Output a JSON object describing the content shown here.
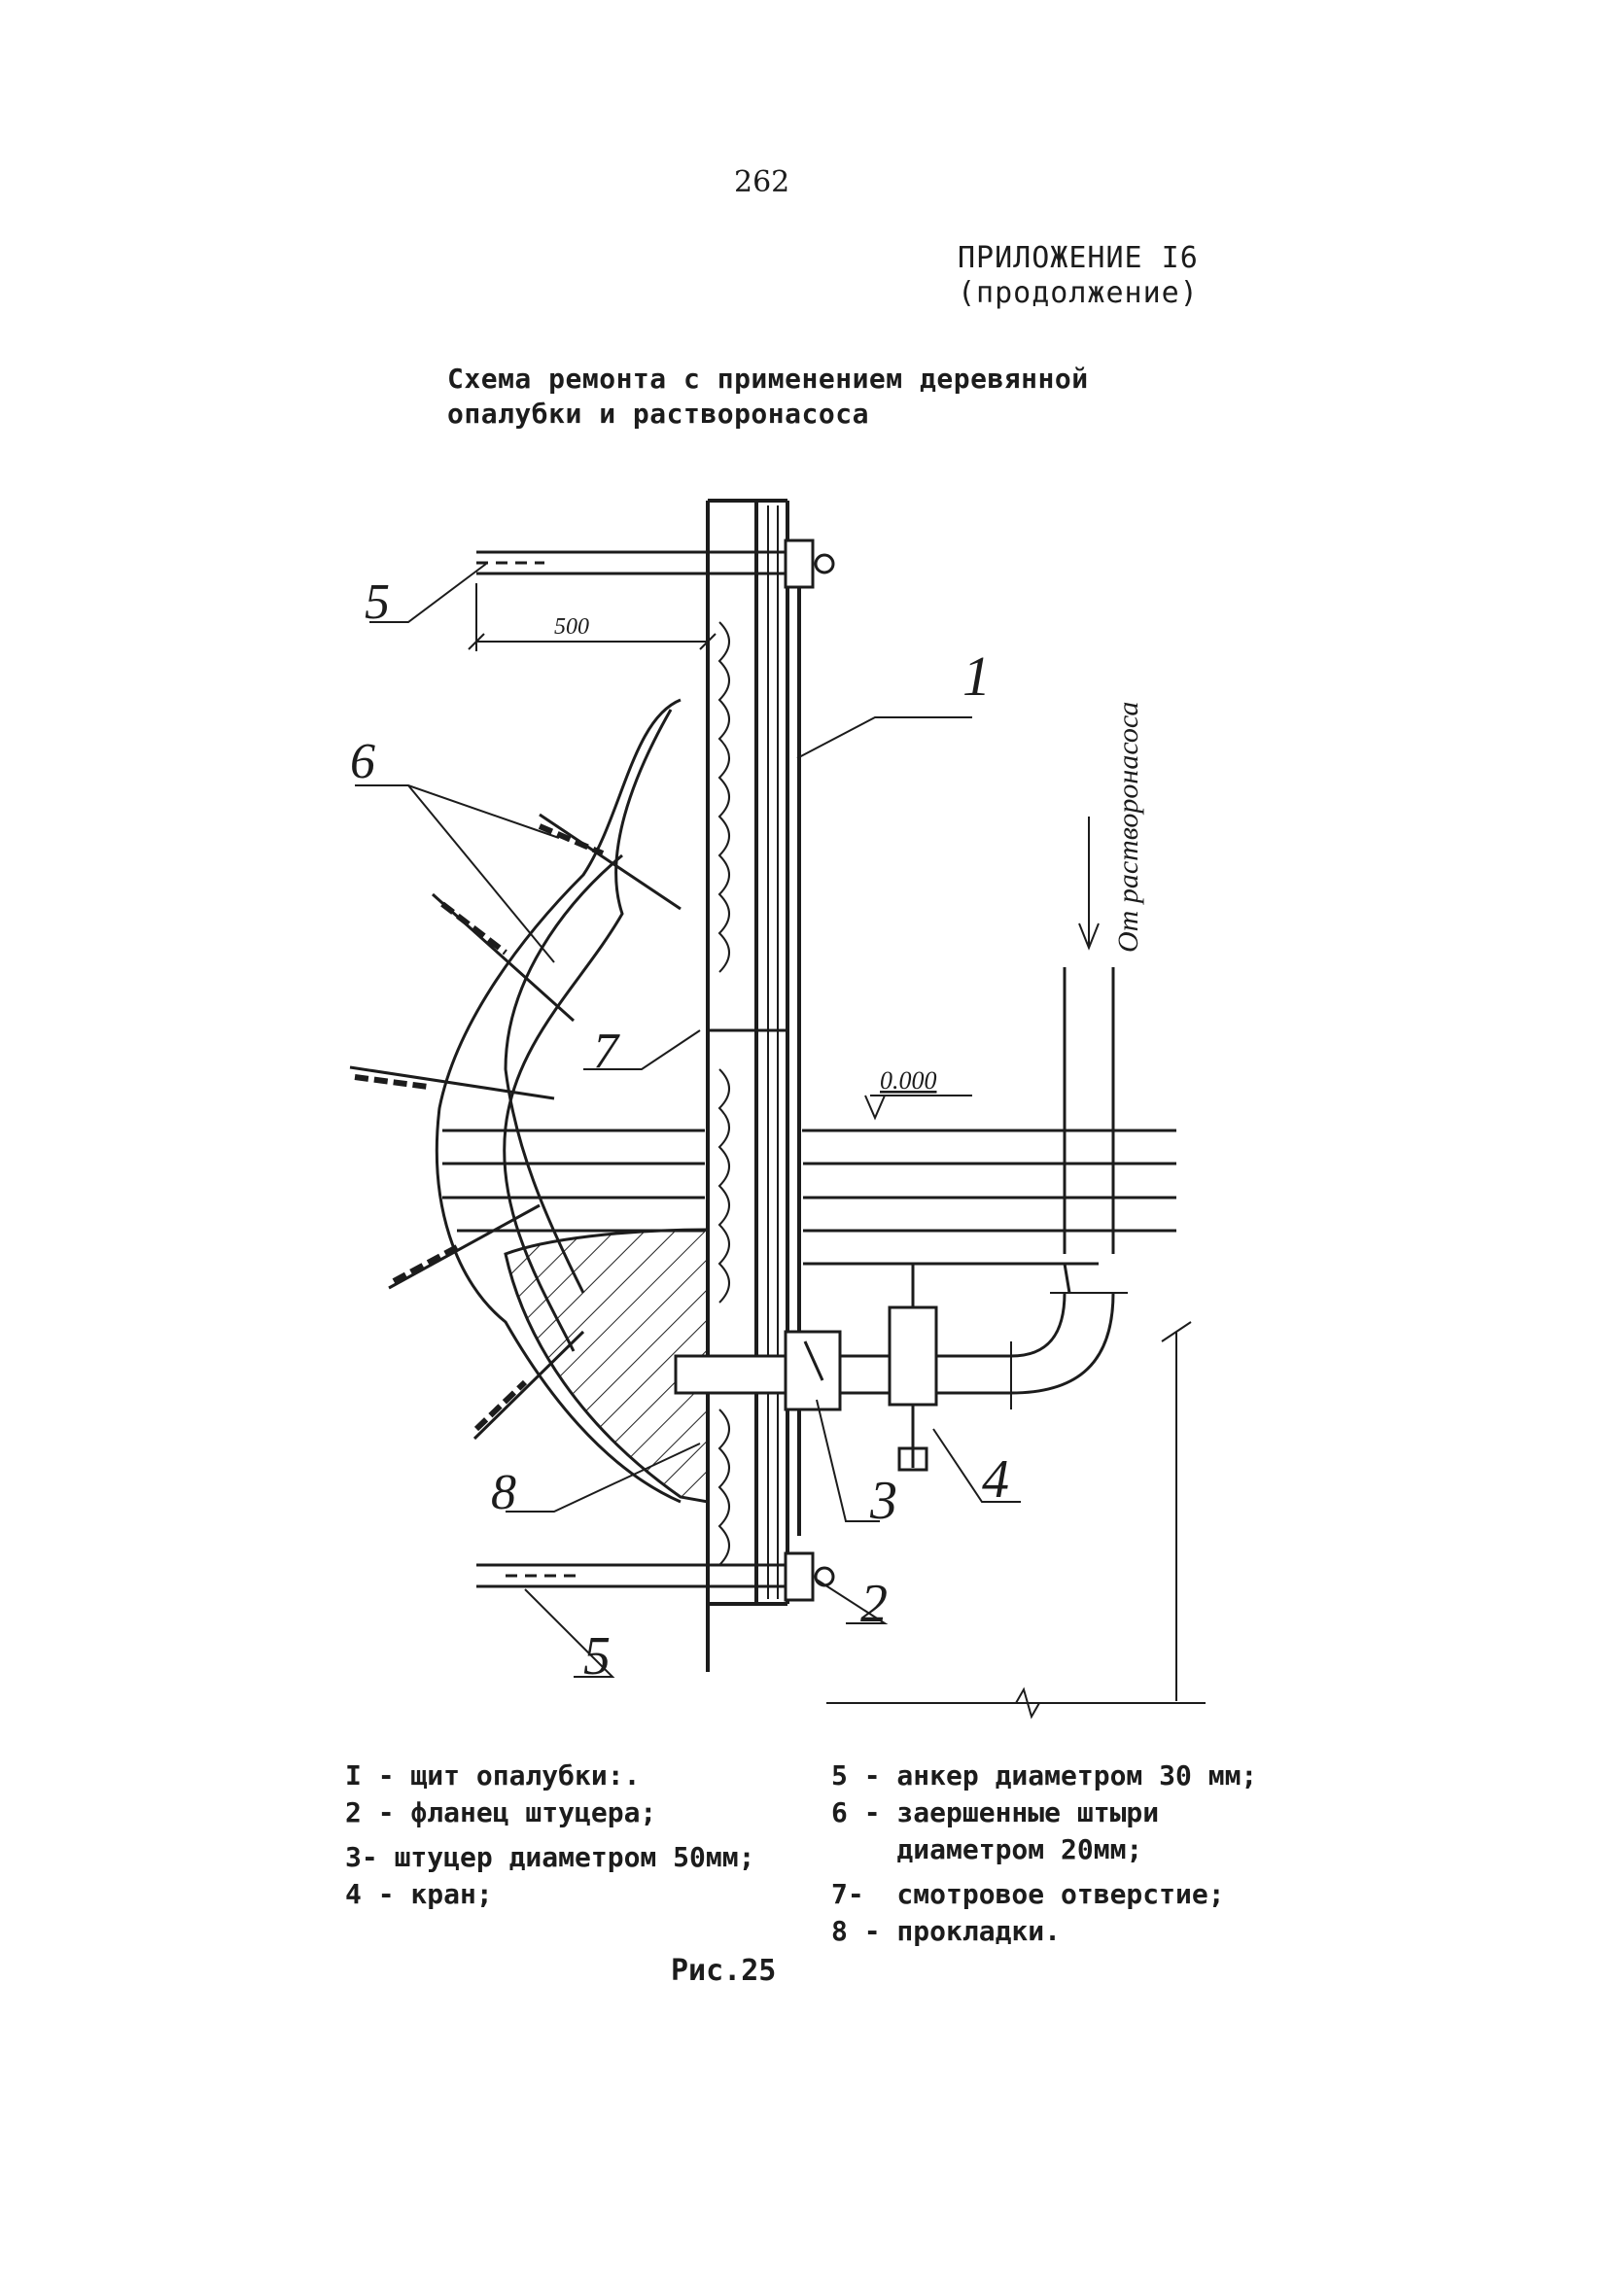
{
  "page": {
    "number": "262",
    "appendix_title": "ПРИЛОЖЕНИЕ I6",
    "appendix_subtitle": "(продолжение)",
    "caption_line1": "Схема  ремонта с применением деревянной",
    "caption_line2": "опалубки и растворонасоса"
  },
  "drawing": {
    "labels": {
      "n1": "1",
      "n2": "2",
      "n3": "3",
      "n4": "4",
      "n5_top": "5",
      "n5_bottom": "5",
      "n6": "6",
      "n7": "7",
      "n8": "8"
    },
    "dimension_500": "500",
    "level_mark": "0.000",
    "pump_text": "От растворонасоса"
  },
  "legend": {
    "left": [
      "I - щит опалубки:.",
      "2 - фланец штуцера;",
      "3- штуцер диаметром 50мм;",
      "4 - кран;"
    ],
    "right": [
      "5 - анкер диаметром 30 мм;",
      "6 - заершенные штыри",
      "    диаметром 20мм;",
      "7-  смотровое отверстие;",
      "8 - прокладки."
    ]
  },
  "figure_label": "Рис.25"
}
